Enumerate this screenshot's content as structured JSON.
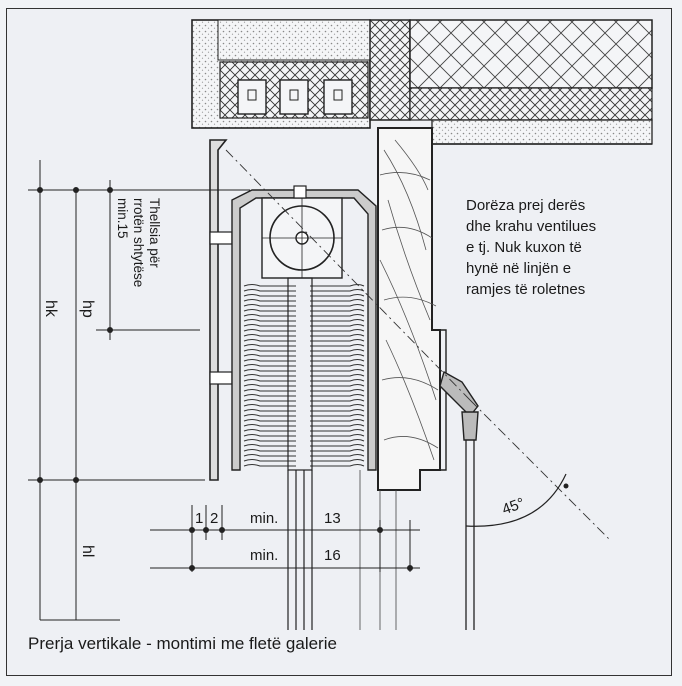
{
  "note": "Dorëza prej derës\ndhe krahu ventilues\ne tj. Nuk kuxon të\nhynë në linjën e\nramjes të roletnes",
  "caption": "Prerja vertikale - montimi me fletë galerie",
  "dimensions": {
    "hk": "hk",
    "hp": "hp",
    "hl": "hl",
    "thickness_line1": "Thellsia për",
    "thickness_line2": "rrotën shtytëse",
    "thickness_line3": "min.15",
    "d1": "1",
    "d2": "2",
    "min_a": "min.",
    "val_13": "13",
    "min_b": "min.",
    "val_16": "16",
    "angle": "45°"
  }
}
